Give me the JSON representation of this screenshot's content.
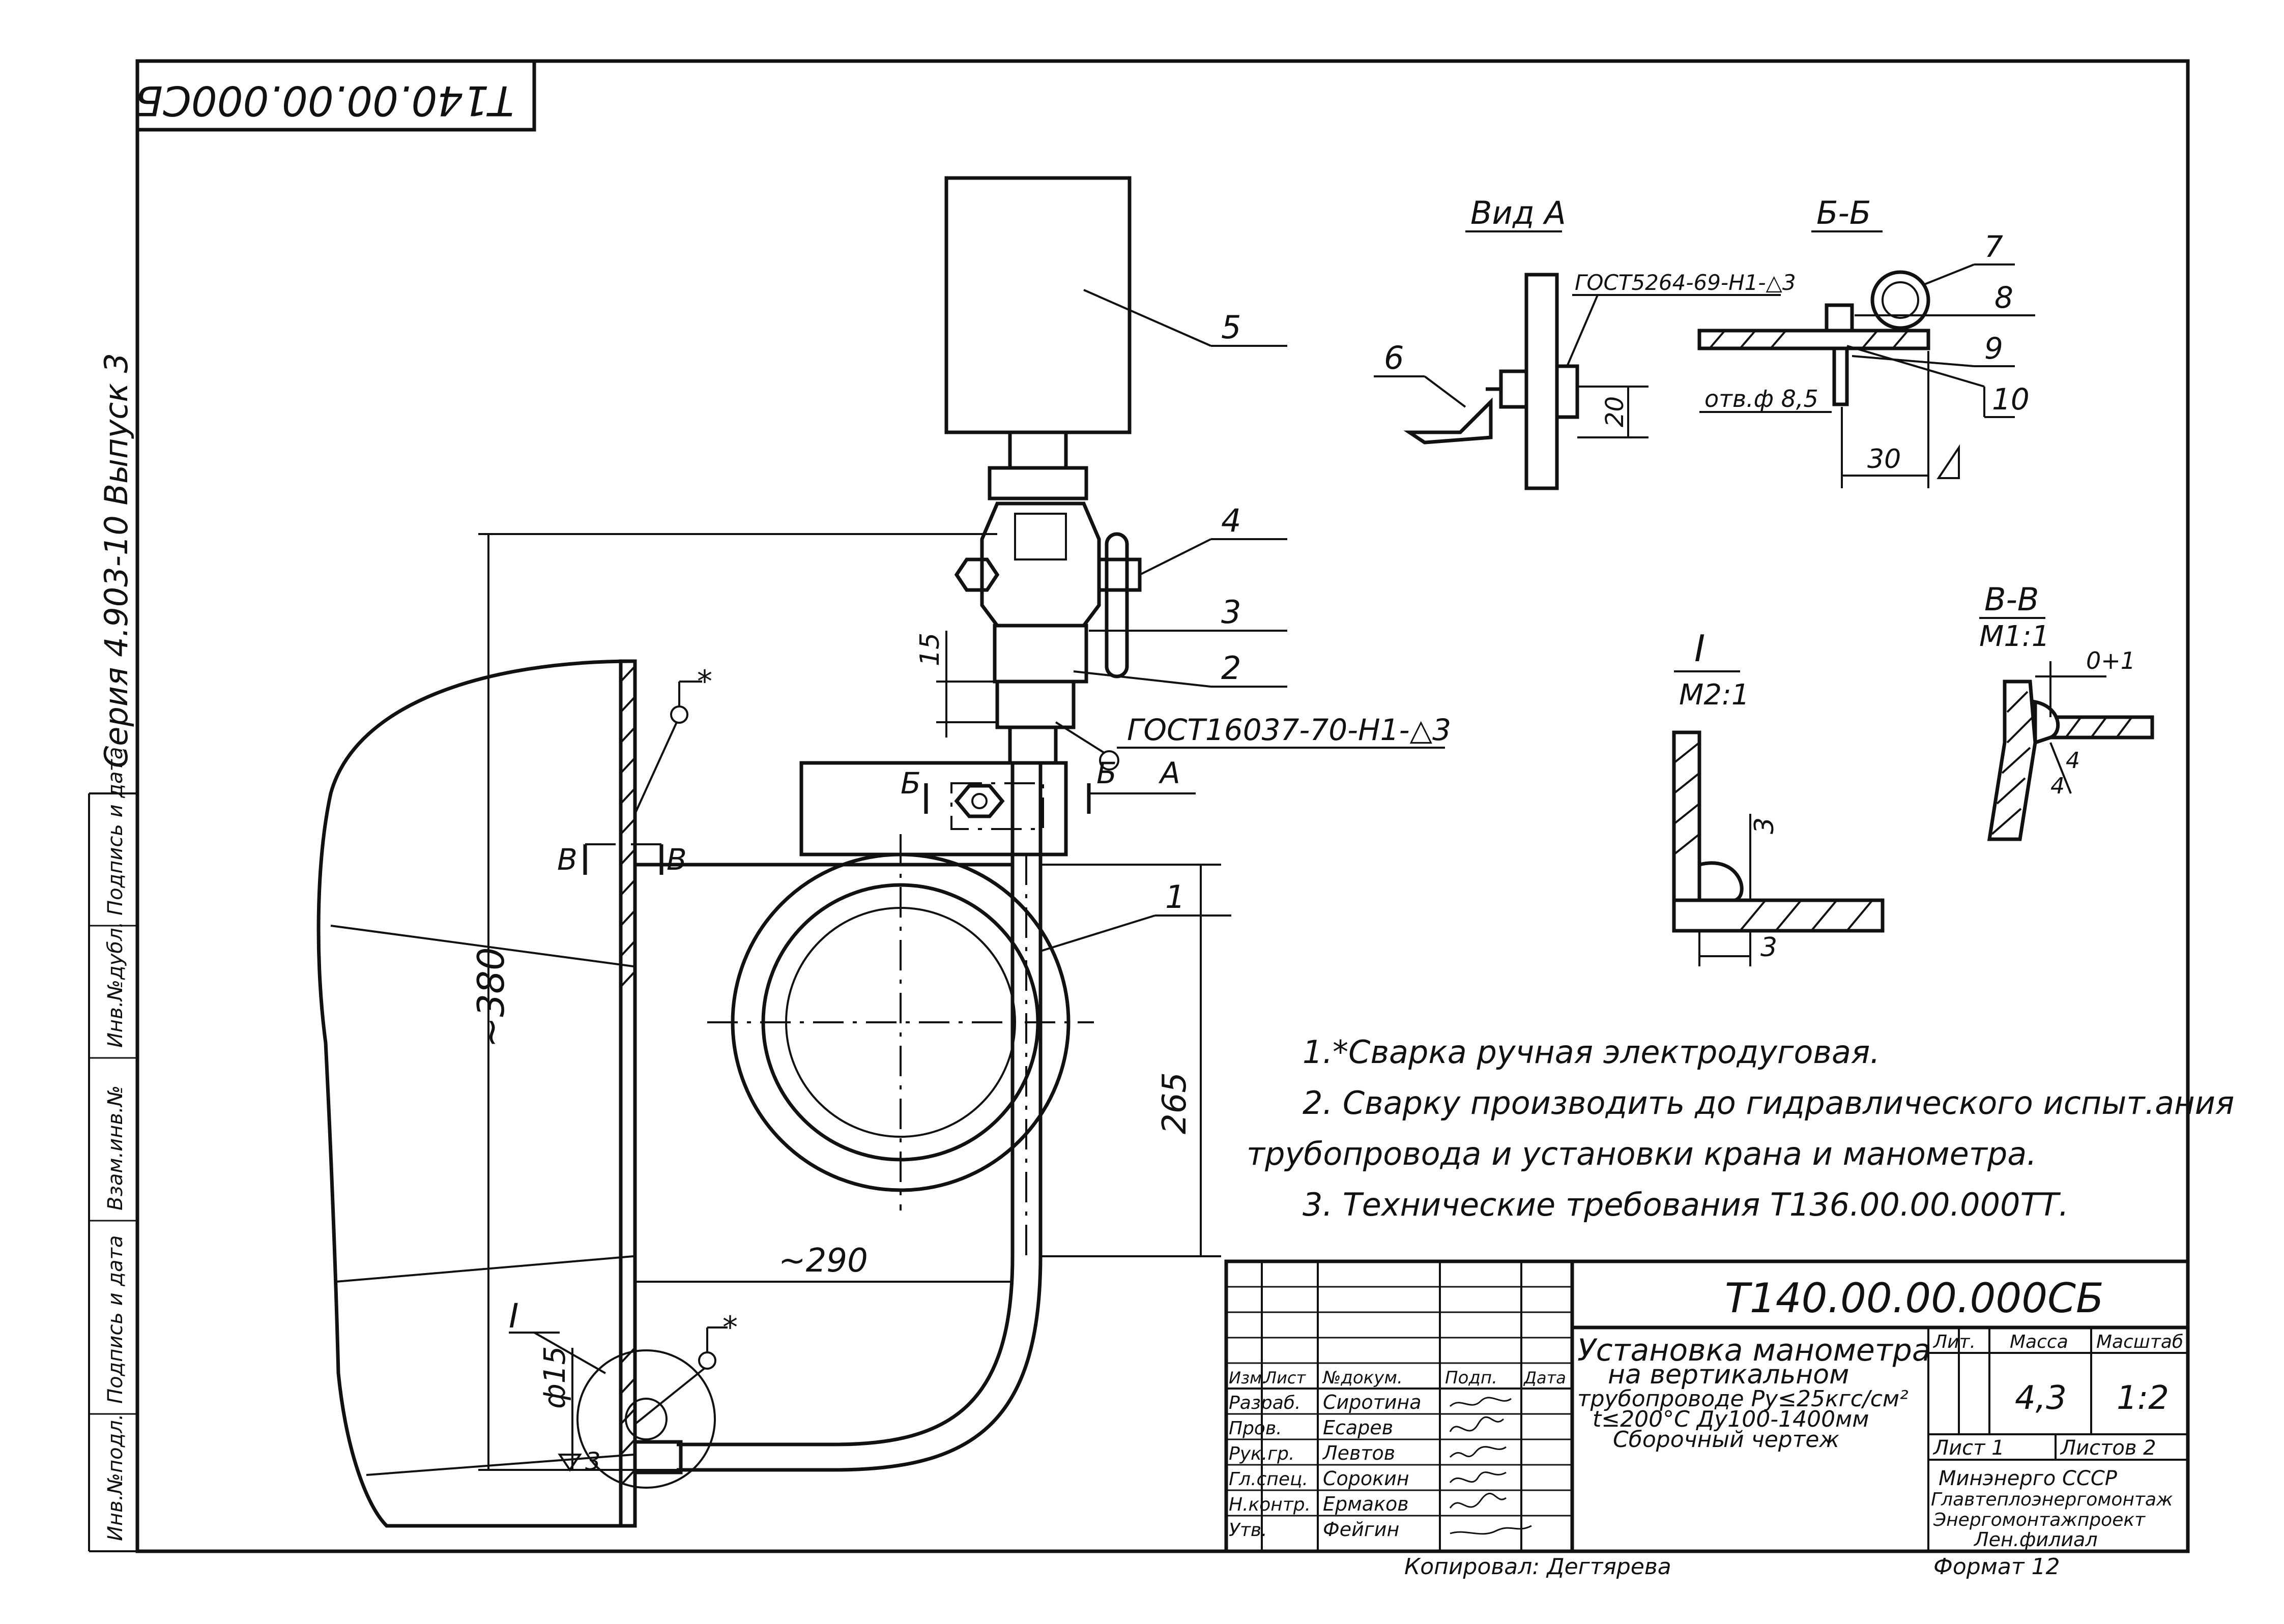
{
  "header": {
    "stamp": "Т140.00.00.000СБ"
  },
  "side_strip": {
    "series": "Серия 4.903-10 Выпуск 3",
    "fields": [
      "Подпись и дата",
      "Инв.№дубл.",
      "Взам.инв.№",
      "Подпись и дата",
      "Инв.№подл."
    ]
  },
  "views": {
    "vid_a": "Вид А",
    "section_bb": "Б-Б",
    "section_vv": "В-В",
    "section_vv_scale": "М1:1",
    "detail_i": "I",
    "detail_i_scale": "М2:1"
  },
  "positions": [
    "1",
    "2",
    "3",
    "4",
    "5",
    "6",
    "7",
    "8",
    "9",
    "10"
  ],
  "callouts": {
    "weld_main": "ГОСТ16037-70-Н1-△3",
    "weld_bb": "ГОСТ5264-69-Н1-△3",
    "hole": "отв.ф 8,5",
    "weld_mark": "*",
    "section_b": "Б",
    "section_v": "В",
    "arrow_a": "А"
  },
  "dimensions": {
    "d380": "~380",
    "d290": "~290",
    "d265": "265",
    "d15": "15",
    "d20": "20",
    "d30": "30",
    "dia15": "ф15",
    "detail_3a": "3",
    "detail_3b": "3",
    "vv_4a": "4",
    "vv_4b": "4",
    "vv_gap": "0+1",
    "weld_3": "3"
  },
  "notes": [
    "1.*Сварка ручная электродуговая.",
    "2. Сварку производить до гидравлического испыт.ания",
    "трубопровода и установки крана и манометра.",
    "3. Технические требования Т136.00.00.000ТТ."
  ],
  "title_block": {
    "designation": "Т140.00.00.000СБ",
    "title_lines": [
      "Установка манометра",
      "на вертикальном",
      "трубопроводе Ру≤25кгс/см²",
      "t≤200°С Ду100-1400мм",
      "Сборочный чертеж"
    ],
    "header_cells": [
      "Изм.",
      "Лист",
      "№докум.",
      "Подп.",
      "Дата"
    ],
    "signatures": [
      {
        "role": "Разраб.",
        "name": "Сиротина"
      },
      {
        "role": "Пров.",
        "name": "Есарев"
      },
      {
        "role": "Рук.гр.",
        "name": "Левтов"
      },
      {
        "role": "Гл.спец.",
        "name": "Сорокин"
      },
      {
        "role": "Н.контр.",
        "name": "Ермаков"
      },
      {
        "role": "Утв.",
        "name": "Фейгин"
      }
    ],
    "lit_label": "Лит.",
    "mass_label": "Масса",
    "scale_label": "Масштаб",
    "mass": "4,3",
    "scale": "1:2",
    "sheet": "Лист 1",
    "sheets": "Листов 2",
    "org_lines": [
      "Минэнерго СССР",
      "Главтеплоэнергомонтаж",
      "Энергомонтажпроект",
      "Лен.филиал"
    ]
  },
  "footer": {
    "copied": "Копировал: Дегтярева",
    "format": "Формат 12"
  }
}
